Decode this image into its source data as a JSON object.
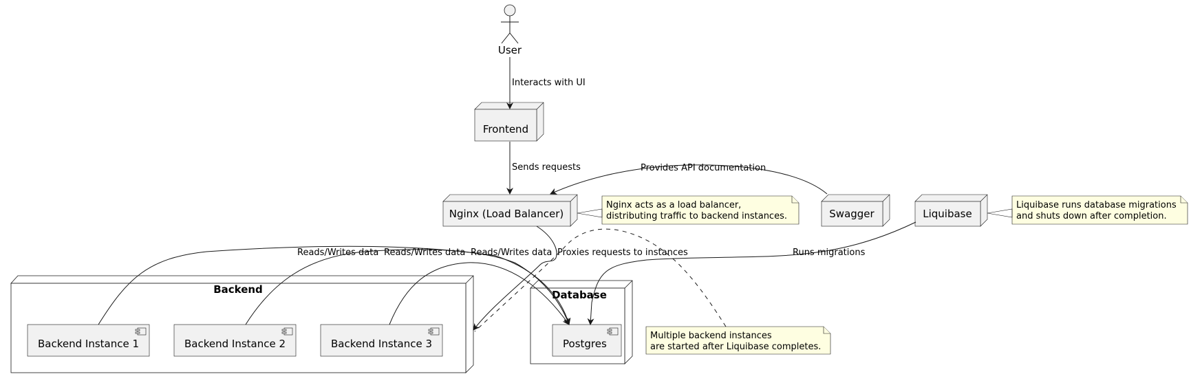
{
  "actor": {
    "label": "User"
  },
  "nodes": {
    "frontend": "Frontend",
    "nginx": "Nginx (Load Balancer)",
    "swagger": "Swagger",
    "liquibase": "Liquibase"
  },
  "packages": {
    "backend": {
      "title": "Backend",
      "instances": [
        "Backend Instance 1",
        "Backend Instance 2",
        "Backend Instance 3"
      ]
    },
    "database": {
      "title": "Database",
      "components": [
        "Postgres"
      ]
    }
  },
  "edges": {
    "user_frontend": "Interacts with UI",
    "frontend_nginx": "Sends requests",
    "swagger_nginx": "Provides API documentation",
    "nginx_backend": "Proxies requests to instances",
    "liquibase_postgres": "Runs migrations",
    "backend1_postgres": "Reads/Writes data",
    "backend2_postgres": "Reads/Writes data",
    "backend3_postgres": "Reads/Writes data"
  },
  "notes": {
    "nginx": [
      "Nginx acts as a load balancer,",
      "distributing traffic to backend instances."
    ],
    "liquibase": [
      "Liquibase runs database migrations",
      "and shuts down after completion."
    ],
    "backend": [
      "Multiple backend instances",
      "are started after Liquibase completes."
    ]
  }
}
